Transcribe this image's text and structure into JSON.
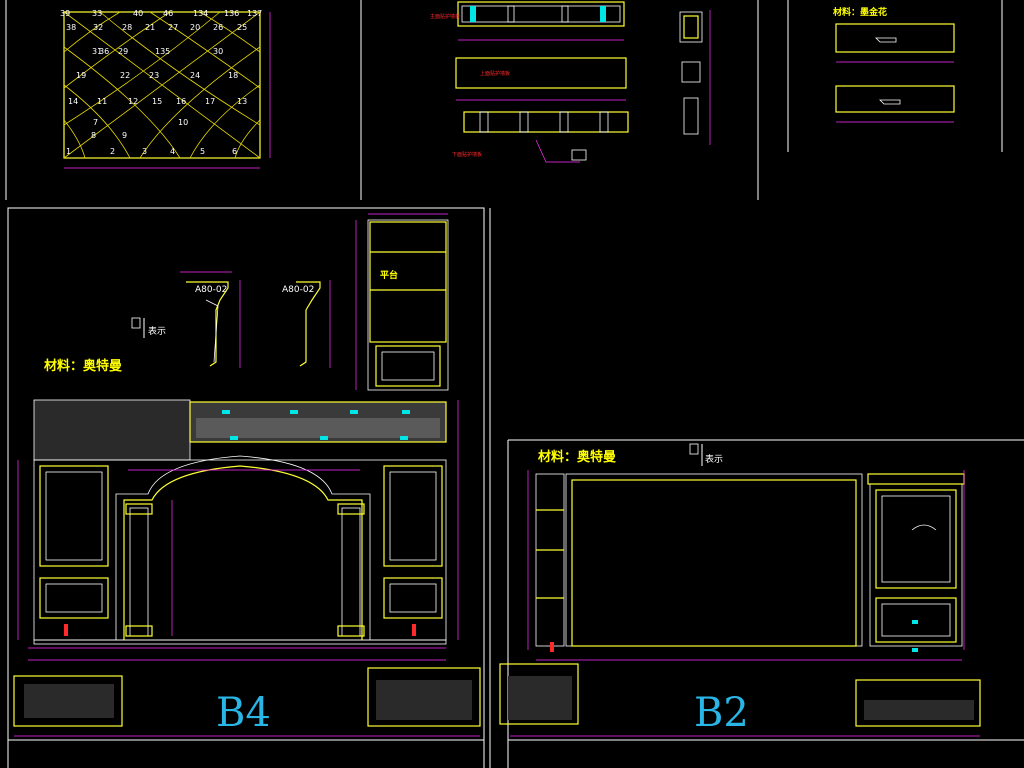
{
  "view_frames": {
    "tile_panel": {
      "tile_numbers": [
        "39",
        "33",
        "40",
        "46",
        "134",
        "136",
        "137",
        "38",
        "32",
        "28",
        "21",
        "27",
        "20",
        "26",
        "25",
        "31",
        "36",
        "29",
        "135",
        "30",
        "19",
        "14",
        "22",
        "23",
        "16",
        "24",
        "17",
        "18",
        "11",
        "12",
        "15",
        "9",
        "7",
        "10",
        "13",
        "8",
        "1",
        "2",
        "3",
        "4",
        "5",
        "6"
      ]
    },
    "top_center": {
      "red_note_1": "主面贴护墙板",
      "red_note_2": "上面贴护墙板",
      "red_note_3": "下面贴护墙板"
    },
    "top_right": {
      "material_label": "材料：墨金花"
    },
    "b4": {
      "material_label": "材料：奥特曼",
      "section_label_1": "A80-02",
      "section_label_2": "A80-02",
      "legend_label": "表示",
      "title": "B4",
      "shelf_label": "平台"
    },
    "b2": {
      "material_label": "材料：奥特曼",
      "legend_label": "表示",
      "title": "B2"
    }
  }
}
